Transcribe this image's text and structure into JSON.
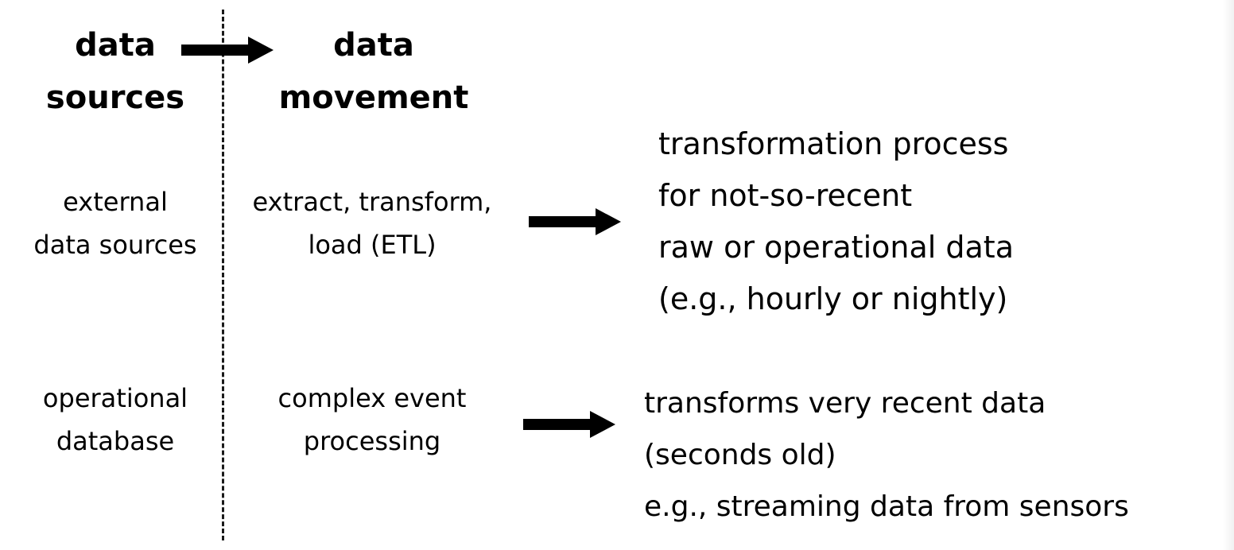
{
  "headers": {
    "sources": [
      "data",
      "sources"
    ],
    "movement": [
      "data",
      "movement"
    ]
  },
  "rows": [
    {
      "source": [
        "external",
        "data sources"
      ],
      "movement": [
        "extract, transform,",
        "load (ETL)"
      ],
      "description": [
        "transformation process",
        "for not-so-recent",
        "raw or operational data",
        "(e.g., hourly or nightly)"
      ]
    },
    {
      "source": [
        "operational",
        "database"
      ],
      "movement": [
        "complex event",
        "processing"
      ],
      "description": [
        "transforms very recent data",
        "(seconds old)",
        "e.g., streaming data from sensors"
      ]
    }
  ]
}
